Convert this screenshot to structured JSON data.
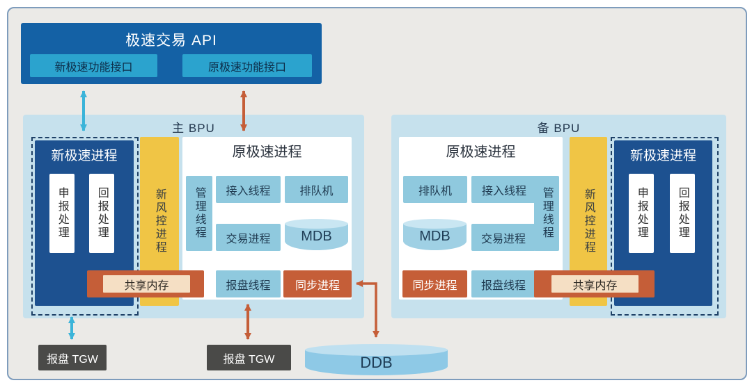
{
  "api": {
    "title": "极速交易 API",
    "button_new": "新极速功能接口",
    "button_orig": "原极速功能接口"
  },
  "bpu_main": {
    "title": "主 BPU",
    "new_proc": {
      "title": "新极速进程",
      "box1": "申报处理",
      "box2": "回报处理"
    },
    "risk": "新风控进程",
    "orig": {
      "title": "原极速进程",
      "manage": "管理线程",
      "access": "接入线程",
      "queue": "排队机",
      "trade": "交易进程",
      "mdb": "MDB",
      "report": "报盘线程",
      "sync": "同步进程"
    },
    "shared": "共享内存"
  },
  "bpu_backup": {
    "title": "备 BPU",
    "new_proc": {
      "title": "新极速进程",
      "box1": "申报处理",
      "box2": "回报处理"
    },
    "risk": "新风控进程",
    "orig": {
      "title": "原极速进程",
      "manage": "管理线程",
      "access": "接入线程",
      "queue": "排队机",
      "trade": "交易进程",
      "mdb": "MDB",
      "report": "报盘线程",
      "sync": "同步进程"
    },
    "shared": "共享内存"
  },
  "bottom": {
    "tgw_left": "报盘 TGW",
    "tgw_mid": "报盘 TGW",
    "ddb": "DDB"
  },
  "colors": {
    "api_box": "#1461a5",
    "api_button": "#2ba3ce",
    "bpu_bg": "#c6e1ed",
    "dark_box": "#1d5190",
    "yellow_bar": "#f0c545",
    "process_blue": "#8fc9de",
    "orange": "#c55e38",
    "shared_inner": "#f5dfc4",
    "tgw_gray": "#4a4a48",
    "cyan_arrow": "#3bb4d9",
    "orange_arrow": "#c55e38",
    "cylinder_body": "#8ec9e6",
    "cylinder_lid": "#bfe0f0",
    "border": "#7e9cbc",
    "background": "#ebeae7"
  }
}
